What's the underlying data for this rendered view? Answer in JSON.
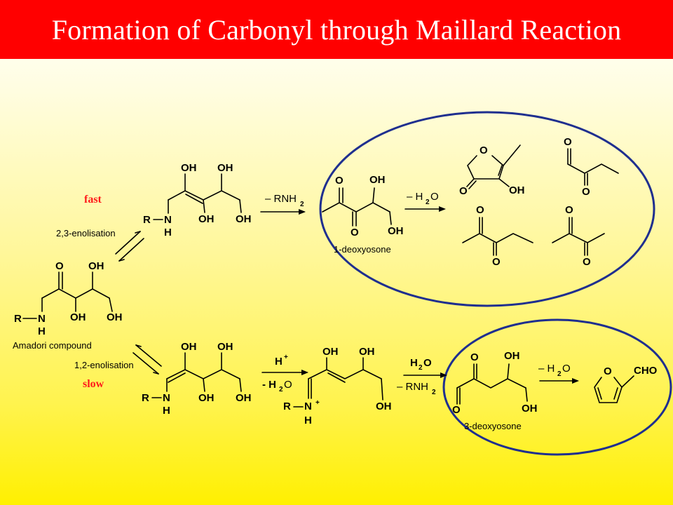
{
  "title": "Formation of Carbonyl through Maillard Reaction",
  "colors": {
    "title_bar": "#ff0000",
    "title_text": "#ffffff",
    "ellipse": "#1f2f8f",
    "rate": "#ff1a1a"
  },
  "rates": {
    "fast": "fast",
    "slow": "slow"
  },
  "labels": {
    "enol_23": "2,3-enolisation",
    "enol_12": "1,2-enolisation",
    "amadori": "Amadori compound",
    "deoxy1": "1-deoxyosone",
    "deoxy3": "3-deoxyosone"
  },
  "reagents": {
    "minus_rnh2": "– RNH",
    "minus_h2o": "– H",
    "h_plus": "H",
    "h2o": "H",
    "minus_h2o_alt": "- H"
  },
  "atoms": {
    "oh": "OH",
    "o": "O",
    "r": "R",
    "n": "N",
    "h": "H",
    "cho": "CHO",
    "plus": "+",
    "sub2": "2",
    "dash": "–"
  }
}
